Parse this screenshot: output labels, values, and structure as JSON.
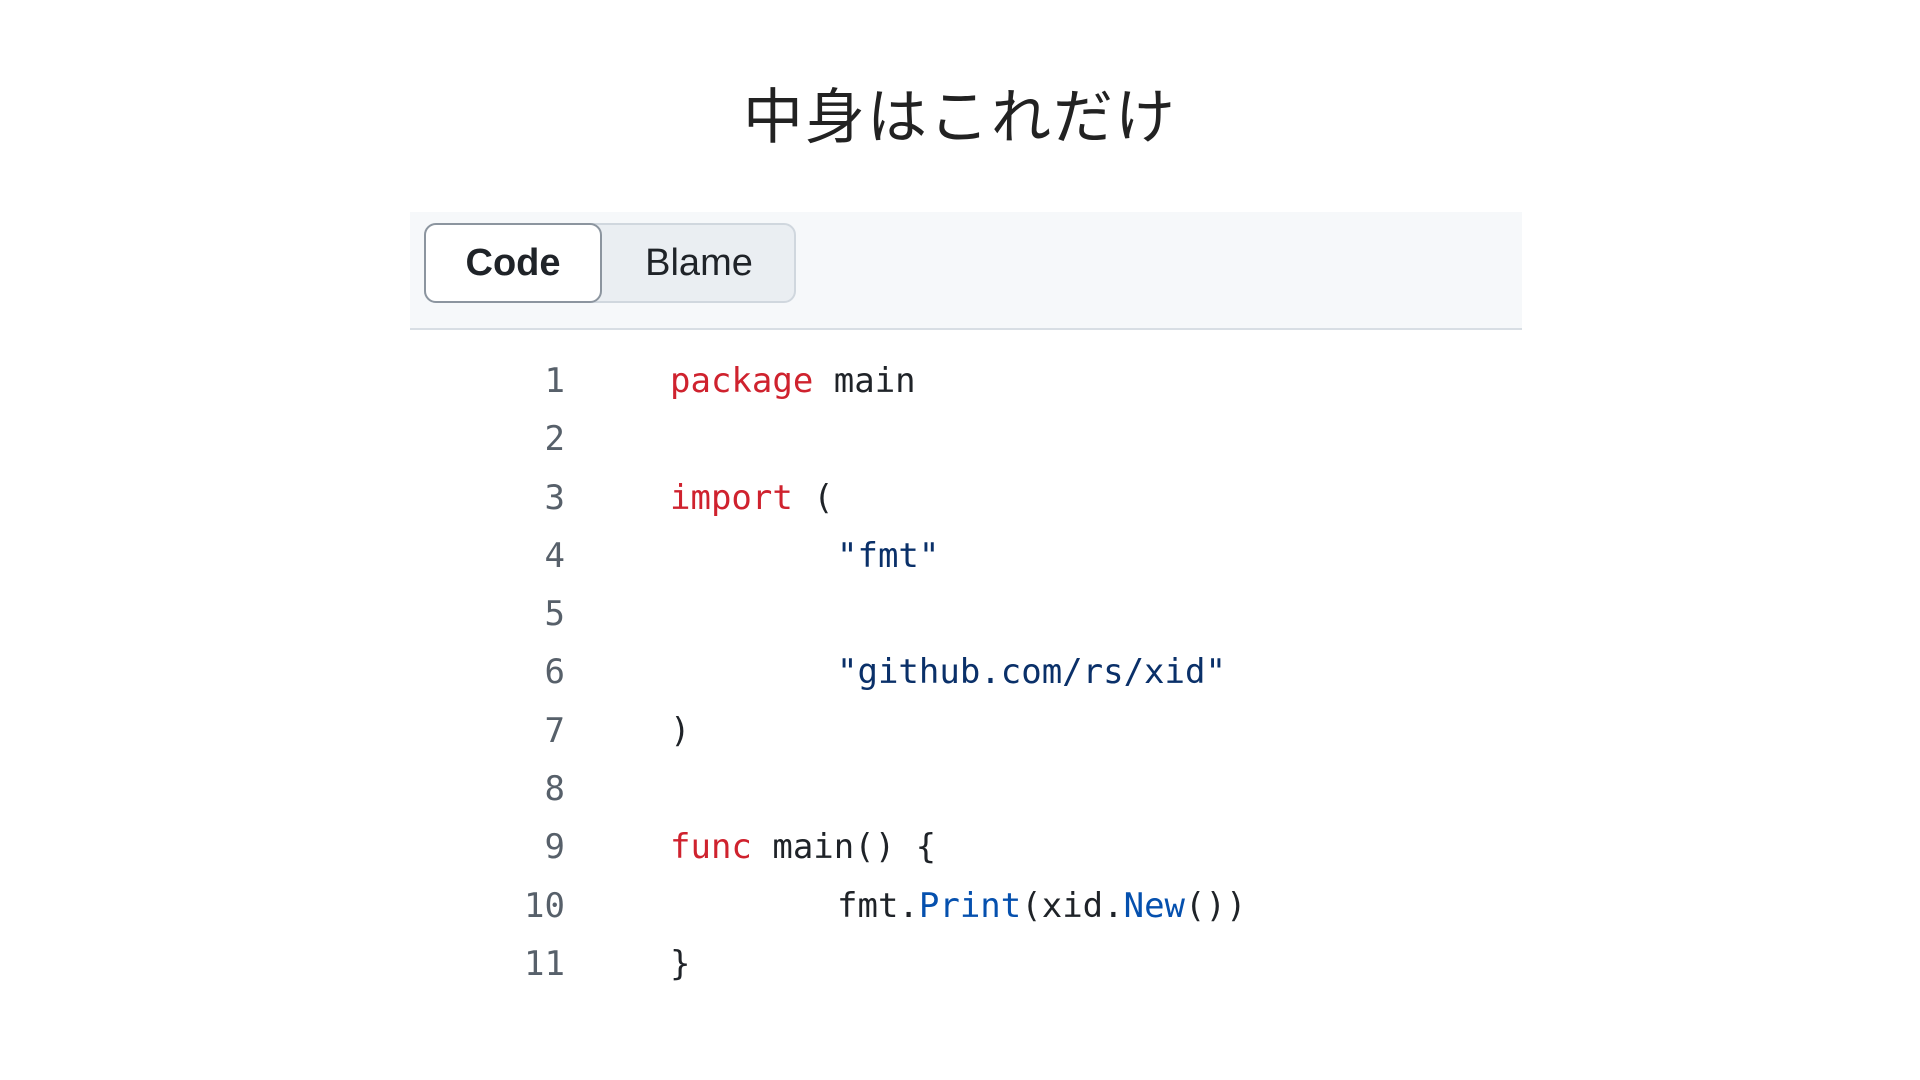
{
  "slide": {
    "title": "中身はこれだけ"
  },
  "tabs": {
    "code_label": "Code",
    "blame_label": "Blame"
  },
  "code": {
    "language": "go",
    "lines": [
      {
        "number": "1",
        "indent": 0,
        "tokens": [
          {
            "type": "kw",
            "text": "package"
          },
          {
            "type": "plain",
            "text": " main"
          }
        ]
      },
      {
        "number": "2",
        "indent": 0,
        "tokens": []
      },
      {
        "number": "3",
        "indent": 0,
        "tokens": [
          {
            "type": "kw",
            "text": "import"
          },
          {
            "type": "plain",
            "text": " ("
          }
        ]
      },
      {
        "number": "4",
        "indent": 1,
        "tokens": [
          {
            "type": "str",
            "text": "\"fmt\""
          }
        ]
      },
      {
        "number": "5",
        "indent": 0,
        "tokens": []
      },
      {
        "number": "6",
        "indent": 1,
        "tokens": [
          {
            "type": "str",
            "text": "\"github.com/rs/xid\""
          }
        ]
      },
      {
        "number": "7",
        "indent": 0,
        "tokens": [
          {
            "type": "plain",
            "text": ")"
          }
        ]
      },
      {
        "number": "8",
        "indent": 0,
        "tokens": []
      },
      {
        "number": "9",
        "indent": 0,
        "tokens": [
          {
            "type": "kw",
            "text": "func"
          },
          {
            "type": "plain",
            "text": " main() {"
          }
        ]
      },
      {
        "number": "10",
        "indent": 1,
        "tokens": [
          {
            "type": "plain",
            "text": "fmt."
          },
          {
            "type": "fn",
            "text": "Print"
          },
          {
            "type": "plain",
            "text": "(xid."
          },
          {
            "type": "fn",
            "text": "New"
          },
          {
            "type": "plain",
            "text": "())"
          }
        ]
      },
      {
        "number": "11",
        "indent": 0,
        "tokens": [
          {
            "type": "plain",
            "text": "}"
          }
        ]
      }
    ]
  },
  "colors": {
    "keyword": "#cf222e",
    "string": "#0a3069",
    "function": "#0550ae",
    "text": "#1f2328",
    "line_number": "#57606a",
    "toolbar_bg": "#f6f8fa"
  }
}
